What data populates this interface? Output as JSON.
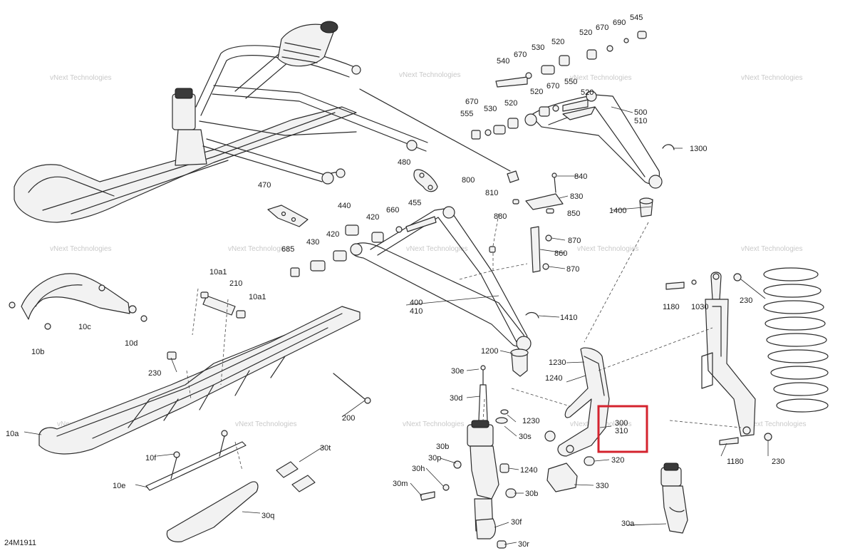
{
  "diagram": {
    "code": "24M1911",
    "watermark": "vNext Technologies",
    "highlight_color": "#d4232e",
    "labels": {
      "l545": "545",
      "l690": "690",
      "l670a": "670",
      "l520a": "520",
      "l530a": "530",
      "l520b": "520",
      "l540": "540",
      "l670b": "670",
      "l670c": "670",
      "l520c": "520",
      "l550": "550",
      "l555": "555",
      "l530b": "530",
      "l520d": "520",
      "l520e": "520",
      "l500": "500",
      "l510": "510",
      "l1300": "1300",
      "l480": "480",
      "l800": "800",
      "l810": "810",
      "l840": "840",
      "l830": "830",
      "l850": "850",
      "l470": "470",
      "l440": "440",
      "l455": "455",
      "l660": "660",
      "l420a": "420",
      "l420b": "420",
      "l880": "880",
      "l1400": "1400",
      "l685": "685",
      "l430": "430",
      "l870a": "870",
      "l860": "860",
      "l870b": "870",
      "l10a1a": "10a1",
      "l210": "210",
      "l10a1b": "10a1",
      "l400": "400",
      "l410": "410",
      "l1410": "1410",
      "l1180a": "1180",
      "l1030": "1030",
      "l230a": "230",
      "l10c": "10c",
      "l10b": "10b",
      "l10d": "10d",
      "l1200": "1200",
      "l1230a": "1230",
      "l30e": "30e",
      "l1240a": "1240",
      "l230b": "230",
      "l30d": "30d",
      "l200": "200",
      "l1230b": "1230",
      "l300": "300",
      "l310": "310",
      "l30s": "30s",
      "l10a": "10a",
      "l30t": "30t",
      "l30b1": "30b",
      "l320": "320",
      "l1180b": "1180",
      "l230c": "230",
      "l10f": "10f",
      "l30p": "30p",
      "l1240b": "1240",
      "l30h": "30h",
      "l330": "330",
      "l10e": "10e",
      "l30m": "30m",
      "l30b2": "30b",
      "l30q": "30q",
      "l30f": "30f",
      "l30a": "30a",
      "l30r": "30r"
    }
  }
}
